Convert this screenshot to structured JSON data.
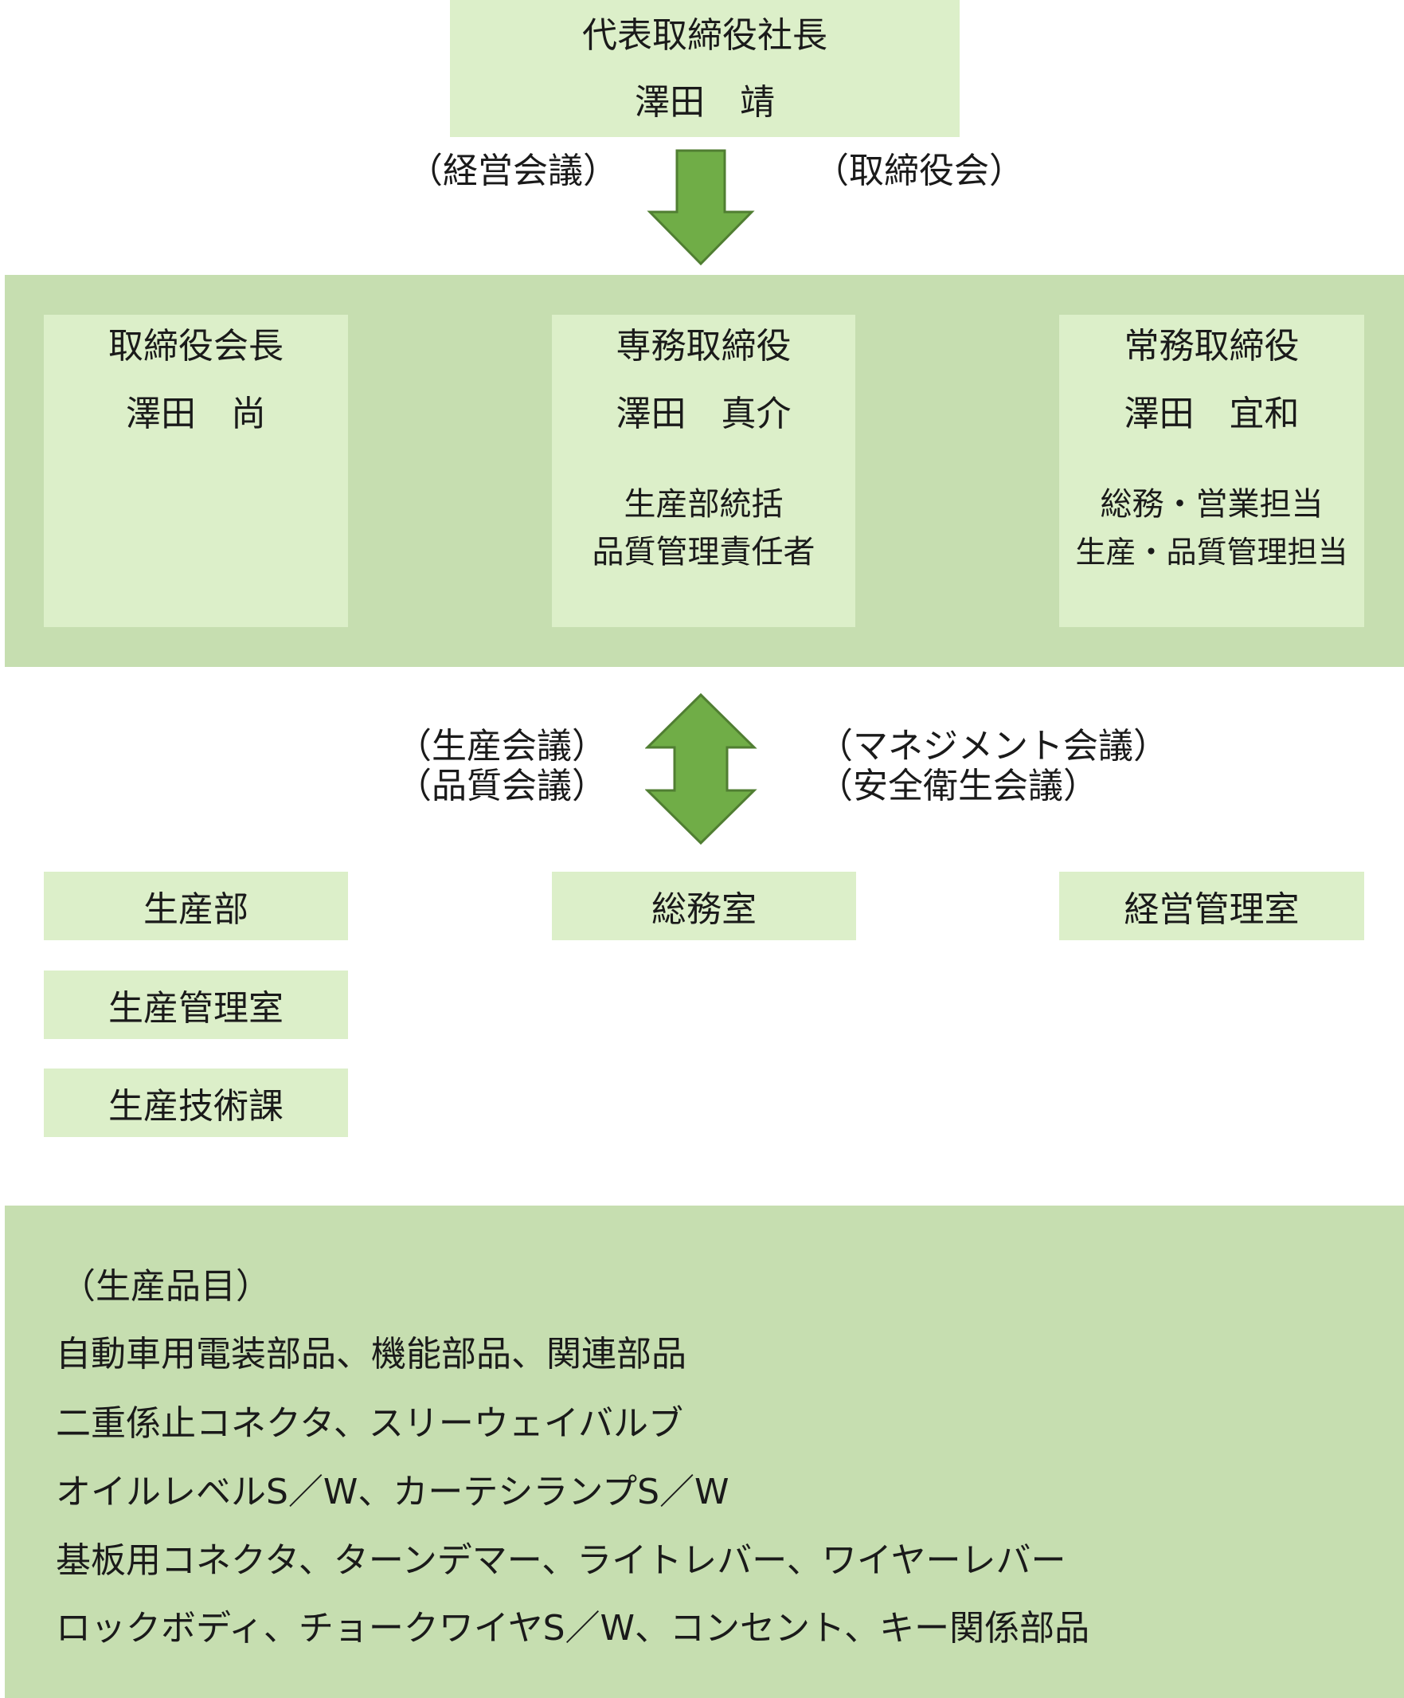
{
  "president": {
    "title": "代表取締役社長",
    "name": "澤田　靖"
  },
  "top_meetings": {
    "left": "（経営会議）",
    "right": "（取締役会）"
  },
  "executives": [
    {
      "title": "取締役会長",
      "name": "澤田　尚",
      "duties": []
    },
    {
      "title": "専務取締役",
      "name": "澤田　真介",
      "duties": [
        "生産部統括",
        "品質管理責任者"
      ]
    },
    {
      "title": "常務取締役",
      "name": "澤田　宜和",
      "duties": [
        "総務・営業担当",
        "生産・品質管理担当"
      ]
    }
  ],
  "mid_meetings": {
    "left": [
      "（生産会議）",
      "（品質会議）"
    ],
    "right": [
      "（マネジメント会議）",
      "（安全衛生会議）"
    ]
  },
  "departments": {
    "production": [
      "生産部",
      "生産管理室",
      "生産技術課"
    ],
    "general_affairs": "総務室",
    "management": "経営管理室"
  },
  "products": {
    "heading": "（生産品目）",
    "lines": [
      "自動車用電装部品、機能部品、関連部品",
      "二重係止コネクタ、スリーウェイバルブ",
      "オイルレベルS／W、カーテシランプS／W",
      "基板用コネクタ、ターンデマー、ライトレバー、ワイヤーレバー",
      "ロックボディ、チョークワイヤS／W、コンセント、キー関係部品"
    ]
  },
  "colors": {
    "box_light": "#dcefc9",
    "band": "#c6deb0",
    "arrow_fill": "#70ad47",
    "arrow_stroke": "#507e32"
  }
}
